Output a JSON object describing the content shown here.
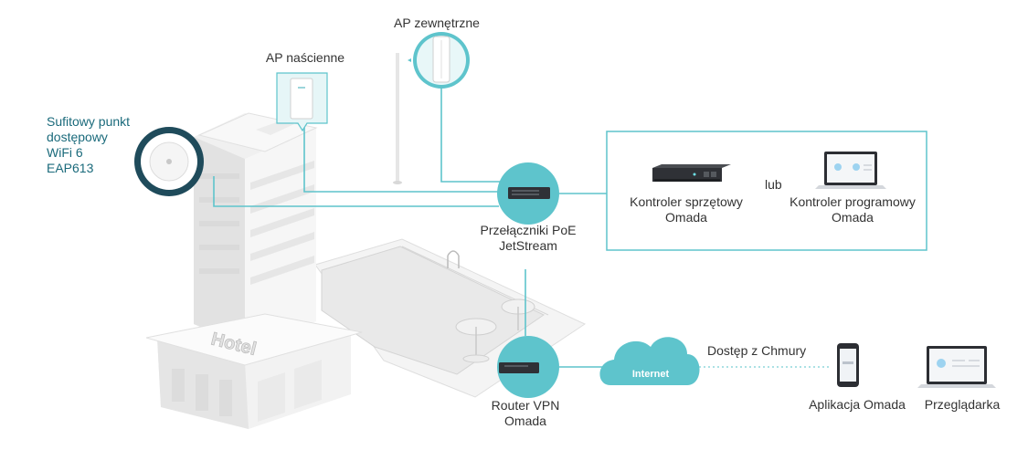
{
  "labels": {
    "ceiling_ap": [
      "Sufitowy punkt",
      "dostępowy",
      "WiFi 6",
      "EAP613"
    ],
    "wall_ap": "AP naścienne",
    "outdoor_ap": "AP zewnętrzne",
    "poe_switch": [
      "Przełączniki PoE",
      "JetStream"
    ],
    "hw_controller": [
      "Kontroler sprzętowy",
      "Omada"
    ],
    "or": "lub",
    "sw_controller": [
      "Kontroler programowy",
      "Omada"
    ],
    "router": [
      "Router VPN",
      "Omada"
    ],
    "internet": "Internet",
    "cloud_access": "Dostęp z Chmury",
    "app": "Aplikacja Omada",
    "browser": "Przeglądarka",
    "hotel_sign": "Hotel"
  },
  "colors": {
    "accent": "#5ec4cc",
    "dark_ring": "#1f4b5b",
    "device_dark": "#2f3136",
    "teal_text": "#1a6a7b"
  }
}
